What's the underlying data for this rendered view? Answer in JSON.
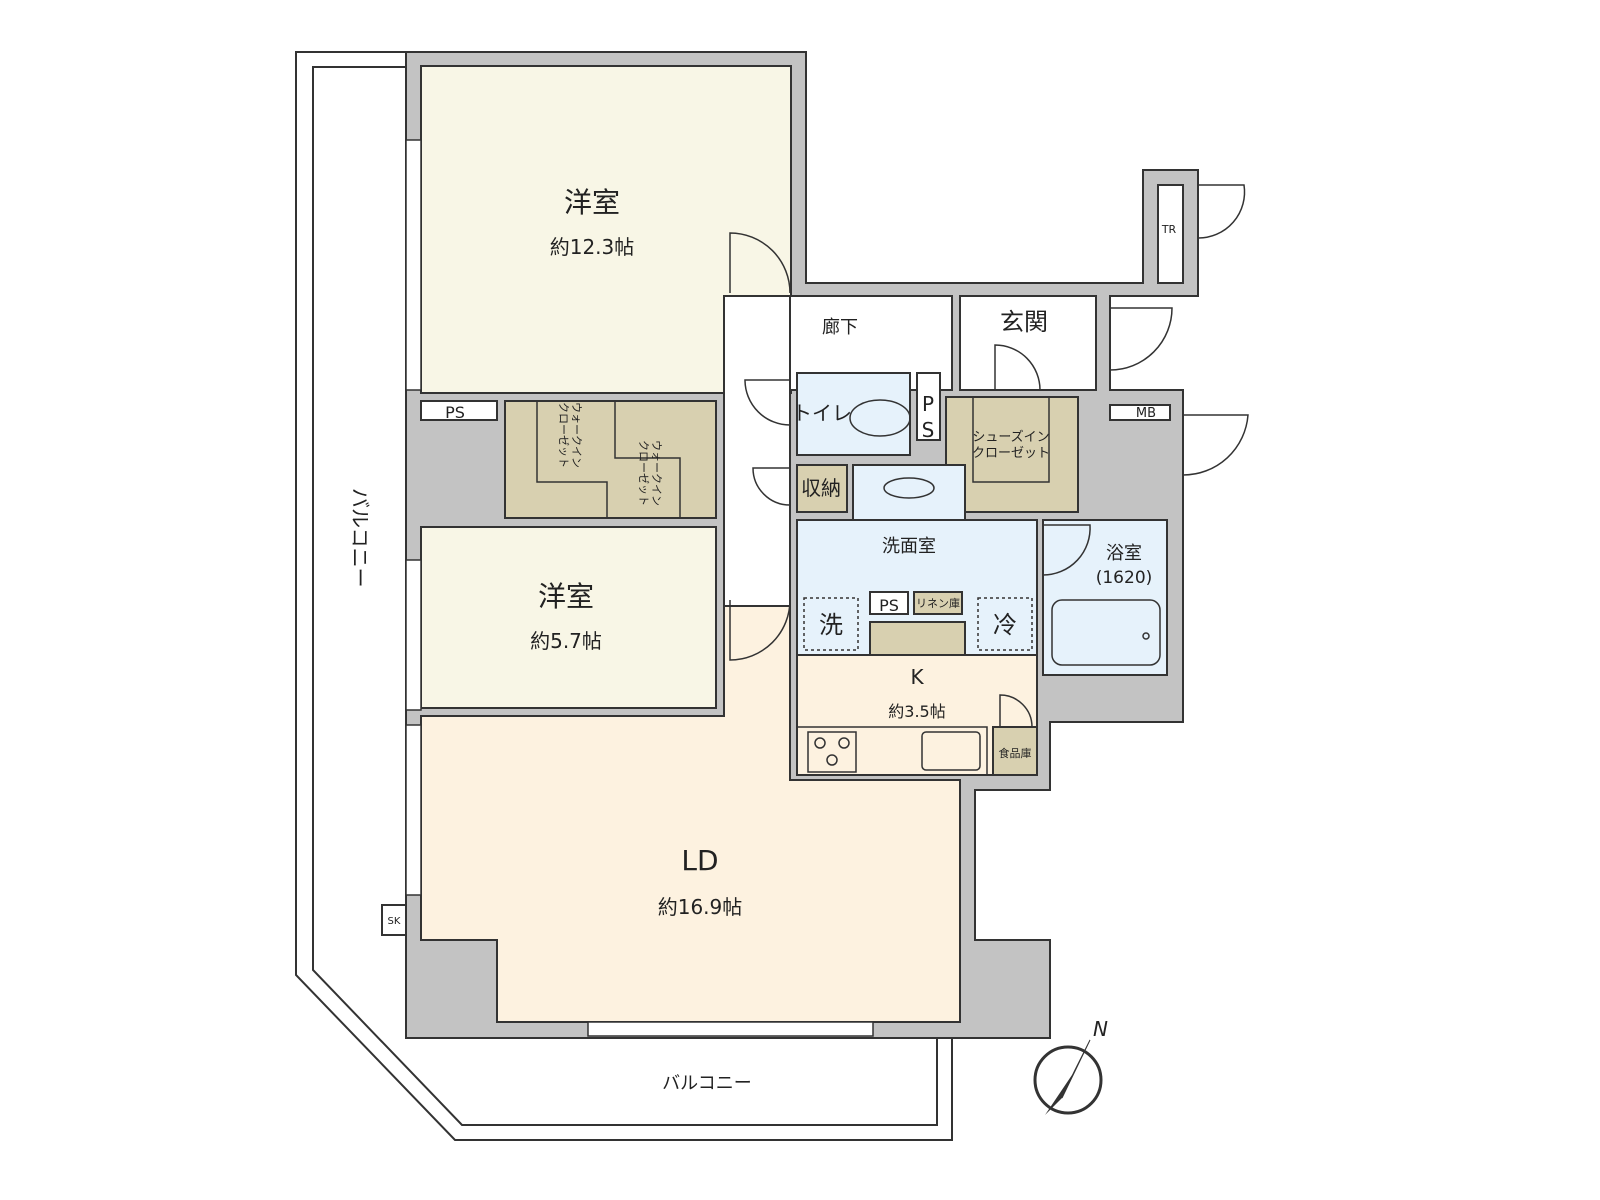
{
  "rooms": {
    "bedroom1": {
      "name": "洋室",
      "area": "約12.3帖"
    },
    "bedroom2": {
      "name": "洋室",
      "area": "約5.7帖"
    },
    "ld": {
      "name": "LD",
      "area": "約16.9帖"
    },
    "kitchen": {
      "name": "K",
      "area": "約3.5帖"
    },
    "hallway": "廊下",
    "entrance": "玄関",
    "toilet": "トイレ",
    "storage": "収納",
    "washroom": "洗面室",
    "bath": {
      "name": "浴室",
      "size": "(1620)"
    },
    "shoe_closet": [
      "シューズイン",
      "クローゼット"
    ],
    "wic": [
      "ウォークイン",
      "クローゼット"
    ],
    "washer": "洗",
    "fridge": "冷",
    "linen": "リネン庫",
    "pantry": "食品庫"
  },
  "labels": {
    "ps_left": "PS",
    "ps_toilet": [
      "P",
      "S"
    ],
    "ps_wash": "PS",
    "tr": "TR",
    "mb": "MB",
    "sk": "SK",
    "balcony_left": "バルコニー",
    "balcony_bottom": "バルコニー",
    "north": "N"
  },
  "colors": {
    "bedroom": "#f8f6e6",
    "ld": "#fdf2e0",
    "wet": "#e6f2fb",
    "closet": "#d8d0b0",
    "wall": "#c3c3c3"
  }
}
